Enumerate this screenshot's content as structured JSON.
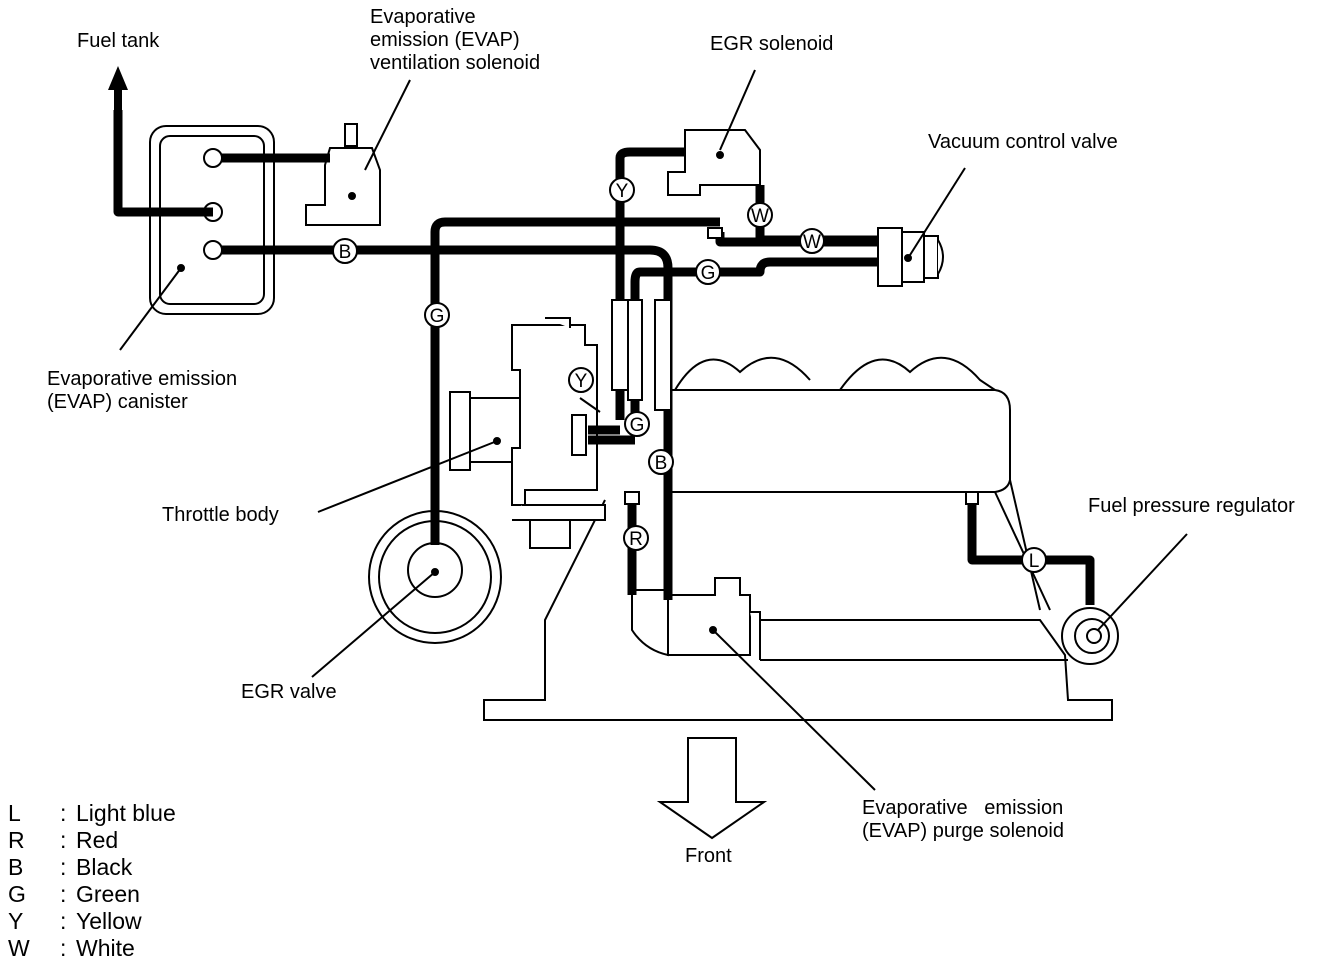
{
  "labels": {
    "fuel_tank": "Fuel tank",
    "vent_solenoid": [
      "Evaporative",
      "emission (EVAP)",
      "ventilation solenoid"
    ],
    "egr_solenoid": "EGR solenoid",
    "vacuum_control_valve": "Vacuum control valve",
    "canister": [
      "Evaporative emission",
      "(EVAP) canister"
    ],
    "throttle_body": "Throttle body",
    "fuel_pressure_regulator": "Fuel pressure regulator",
    "egr_valve": "EGR valve",
    "front": "Front",
    "purge_solenoid": [
      "Evaporative   emission",
      "(EVAP) purge solenoid"
    ]
  },
  "hose_tags": {
    "b_main": "B",
    "g_egr": "G",
    "y_top": "Y",
    "w_solenoid": "W",
    "w_valve": "W",
    "g_valve": "G",
    "y_throttle": "Y",
    "g_throttle": "G",
    "b_throttle": "B",
    "r_purge": "R",
    "l_regulator": "L"
  },
  "legend": [
    {
      "code": "L",
      "sep": ":",
      "color": "Light blue"
    },
    {
      "code": "R",
      "sep": ":",
      "color": "Red"
    },
    {
      "code": "B",
      "sep": ":",
      "color": "Black"
    },
    {
      "code": "G",
      "sep": ":",
      "color": "Green"
    },
    {
      "code": "Y",
      "sep": ":",
      "color": "Yellow"
    },
    {
      "code": "W",
      "sep": ":",
      "color": "White"
    }
  ]
}
